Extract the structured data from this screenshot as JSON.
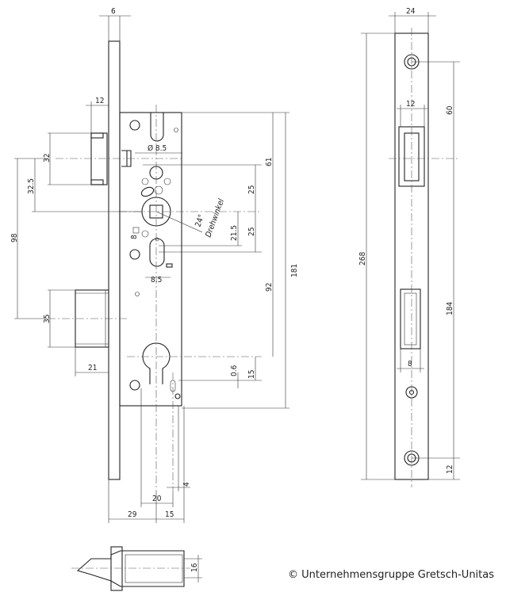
{
  "drawing": {
    "dims_left": {
      "faceplate_thickness": "6",
      "latch_projection": "12",
      "latch_height": "32",
      "latch_to_spindle": "32.5",
      "latch_to_bolt": "98",
      "bolt_height": "35",
      "bolt_projection": "21",
      "hole_diameter": "Ø 8.5",
      "slot_width": "8.5",
      "spindle_square": "8",
      "top_to_spindle": "61",
      "case_height": "181",
      "spindle_to_cylinder": "92",
      "upper_25": "25",
      "lower_25": "25",
      "offset_21_5": "21.5",
      "angle": "24°",
      "angle_label": "Drehwinkel",
      "offset_0_6": "0.6",
      "offset_15_v": "15",
      "dim_20": "20",
      "dim_4": "4",
      "backset_29": "29",
      "dim_15_h": "15",
      "bottom_view_16": "16"
    },
    "dims_right": {
      "faceplate_width": "24",
      "latch_slot_width": "12",
      "top_hole_to_latch": "60",
      "faceplate_length": "268",
      "latch_to_bottom_hole": "184",
      "bolt_slot_width": "8",
      "bottom_hole_offset": "12"
    }
  },
  "copyright": "© Unternehmensgruppe Gretsch-Unitas"
}
